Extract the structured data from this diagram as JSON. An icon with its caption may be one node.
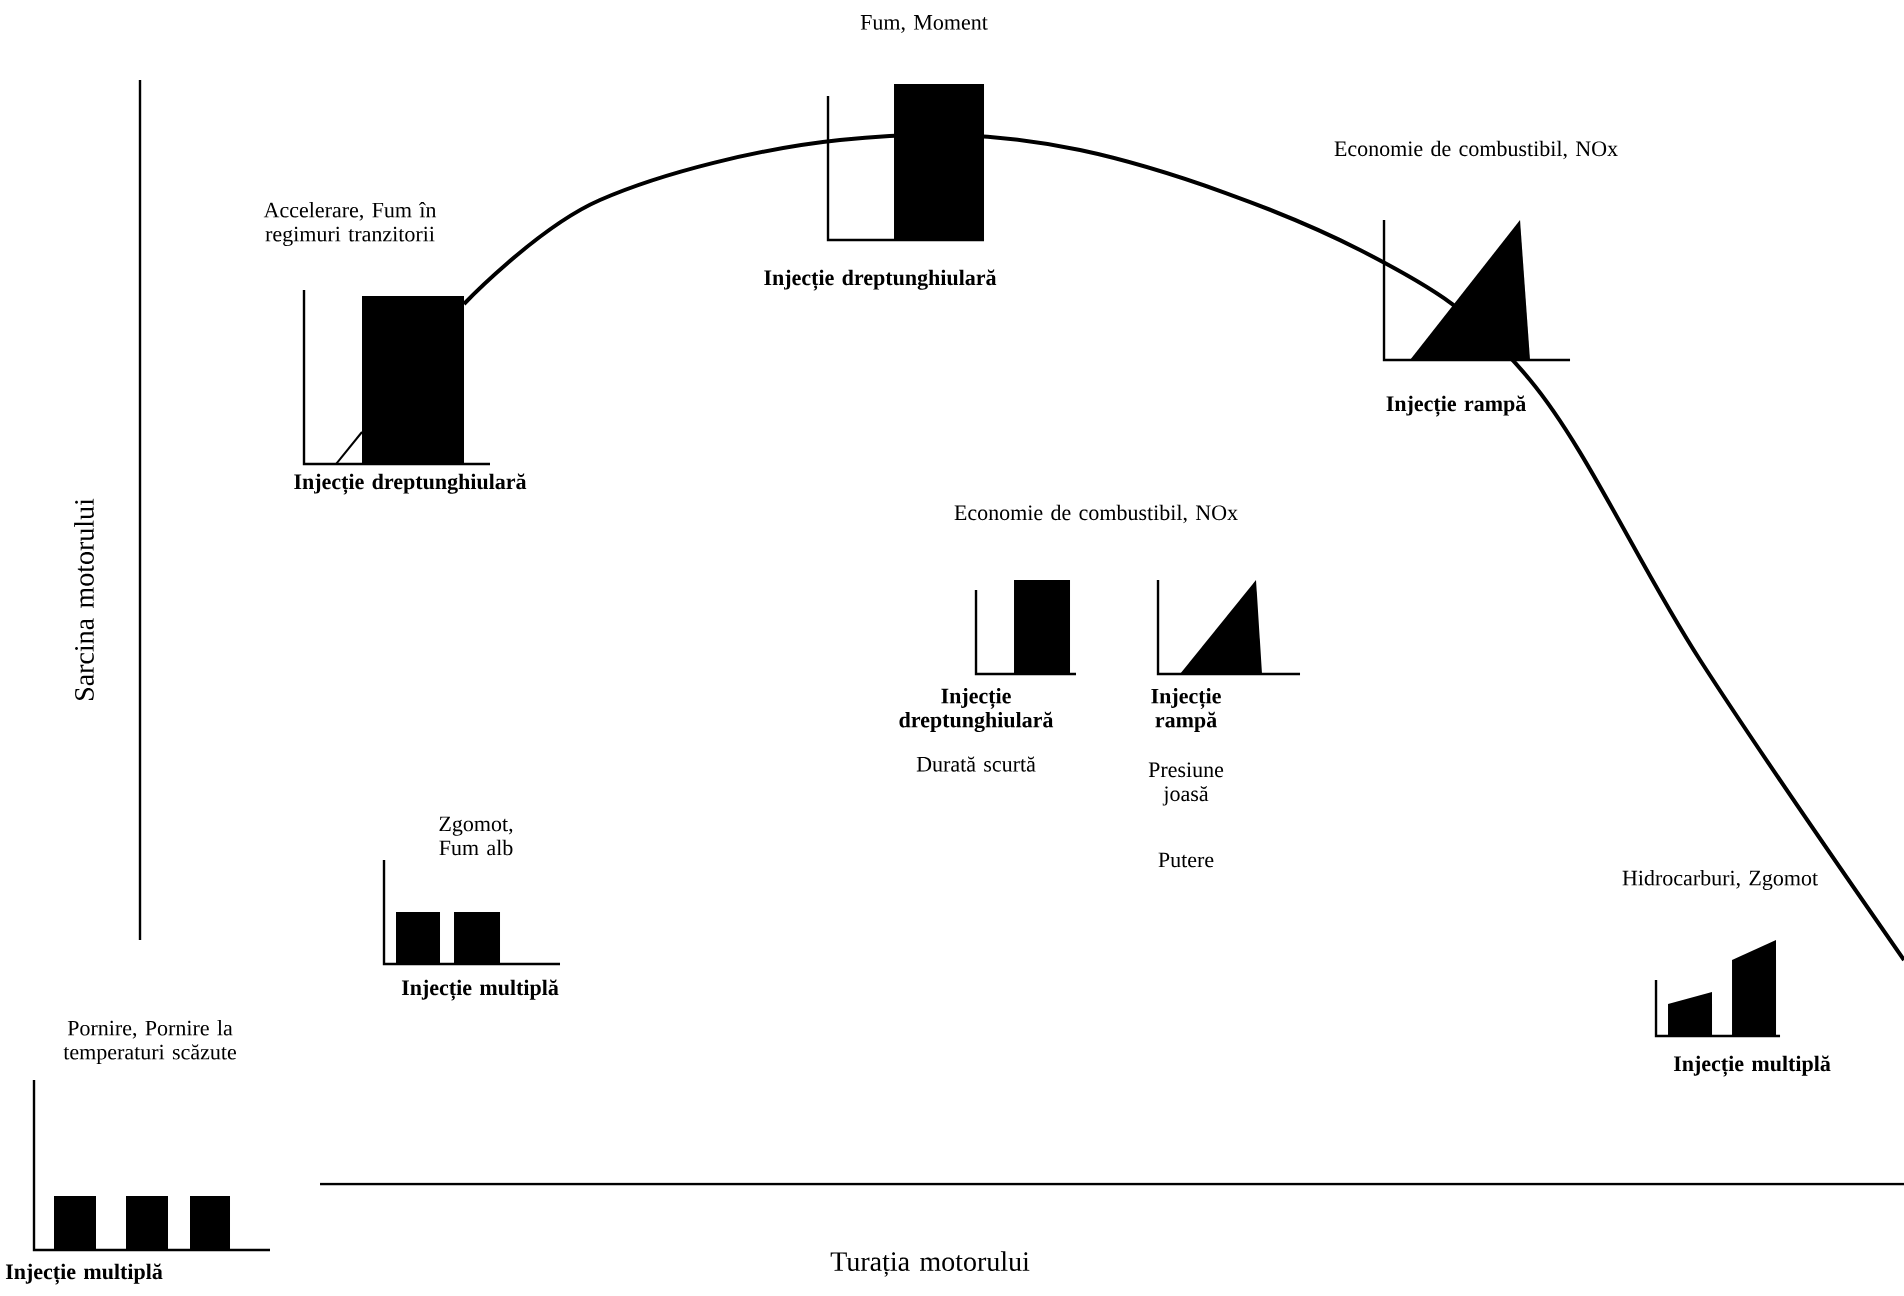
{
  "diagram": {
    "labels": [
      "Fum, Moment",
      "Accelerare, Fum în regimuri tranzitorii",
      "Economie de combustibil, NOx",
      "Injecție dreptunghiulară",
      "Injecție dreptunghiulară",
      "Injecție rampă",
      "Sarcina motorului",
      "Economie de combustibil, NOx",
      "Injecție dreptunghiulară",
      "Durată scurtă",
      "Injecție rampă",
      "Presiune joasă",
      "Putere",
      "Zgomot, Fum alb",
      "Hidrocarburi, Zgomot",
      "Injecție multiplă",
      "Pornire, Pornire la temperaturi scăzute",
      "Injecție multiplă",
      "Injecție multiplă",
      "Turația motorului"
    ]
  }
}
